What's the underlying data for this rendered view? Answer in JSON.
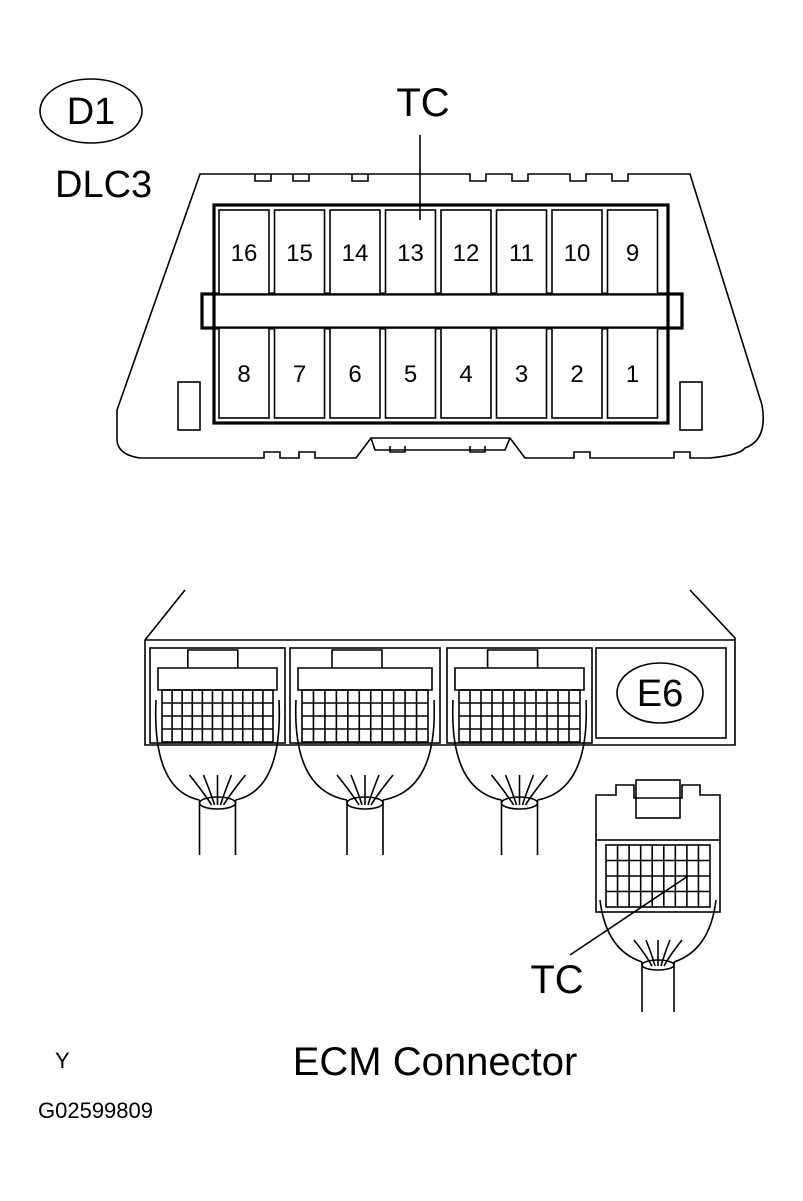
{
  "dlc": {
    "code": "D1",
    "name": "DLC3",
    "terminal_label": "TC",
    "pins_top": [
      "16",
      "15",
      "14",
      "13",
      "12",
      "11",
      "10",
      "9"
    ],
    "pins_bottom": [
      "8",
      "7",
      "6",
      "5",
      "4",
      "3",
      "2",
      "1"
    ]
  },
  "ecm": {
    "code": "E6",
    "terminal_label": "TC",
    "caption": "ECM Connector"
  },
  "footer": {
    "mark": "Y",
    "figure_id": "G02599809"
  }
}
